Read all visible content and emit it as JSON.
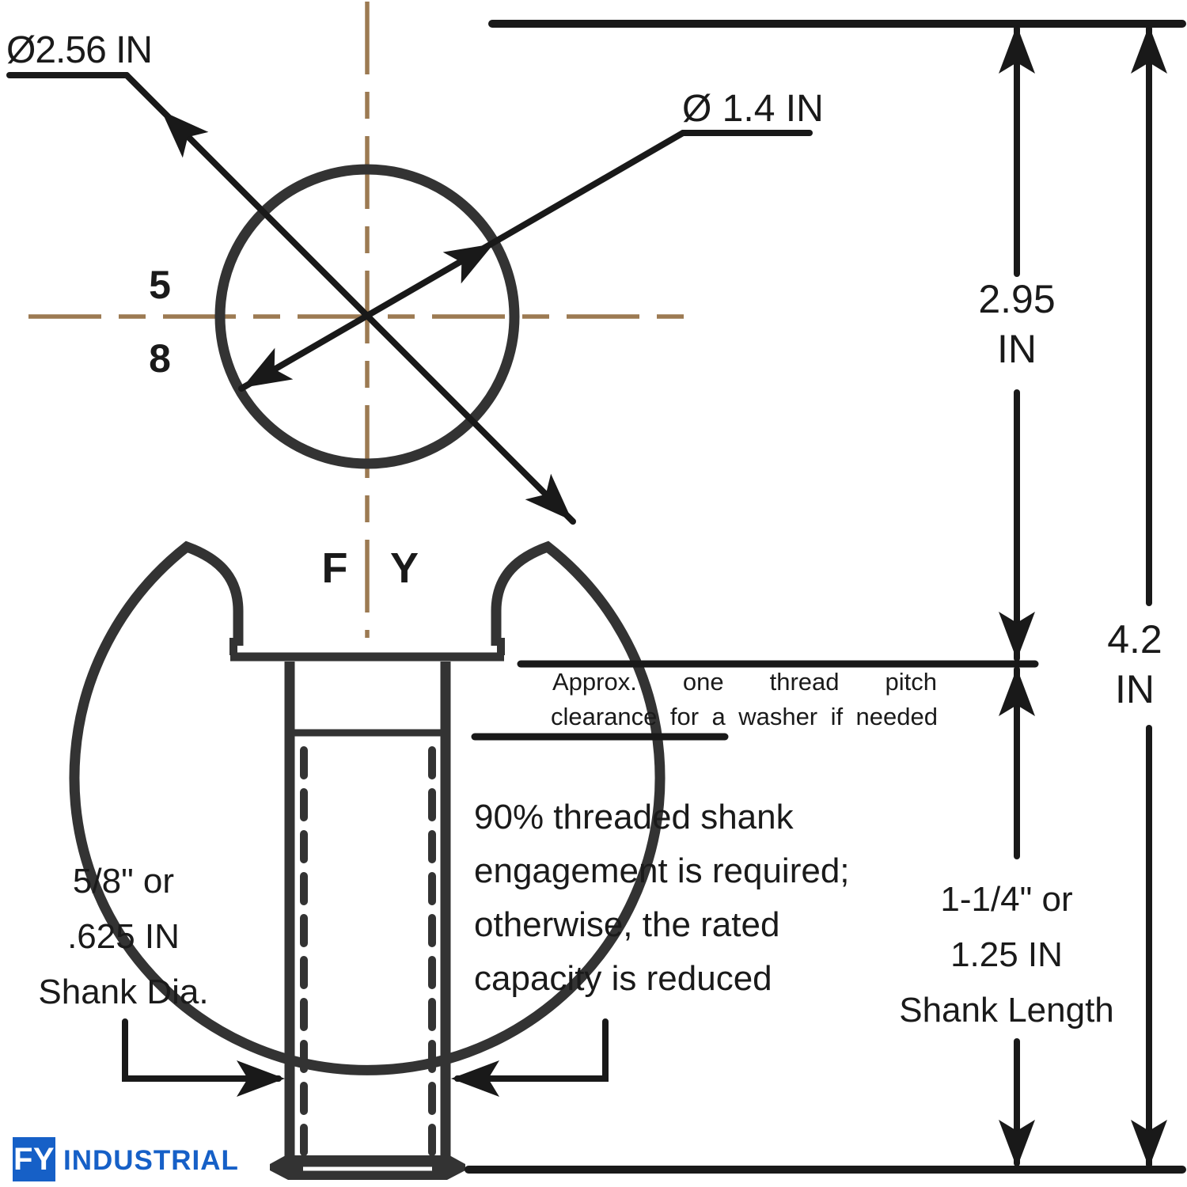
{
  "dims": {
    "outer_diameter": "Ø2.56 IN",
    "hole_diameter": "Ø 1.4 IN",
    "eye_height": "2.95\nIN",
    "overall_length": "4.2\nIN",
    "thread_size_numerator": "5",
    "thread_size_denominator": "8",
    "shank_diameter": "5/8\" or\n.625 IN\nShank Dia.",
    "shank_length": "1-1/4\" or\n1.25 IN\nShank Length"
  },
  "marking": {
    "left": "F",
    "right": "Y"
  },
  "notes": {
    "washer_line1": "Approx. one thread pitch",
    "washer_line2": "clearance for a washer if needed",
    "engagement": "90% threaded shank\nengagement is required;\notherwise, the rated\ncapacity is reduced"
  },
  "branding": {
    "logo_mark": "FY",
    "logo_text": "INDUSTRIAL"
  },
  "colors": {
    "outline": "#333333",
    "dimension_ink": "#191919",
    "centerline": "#9C7A52",
    "brand_blue": "#1660C7"
  }
}
